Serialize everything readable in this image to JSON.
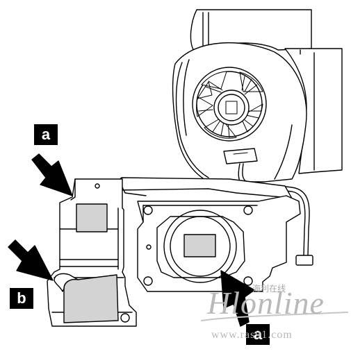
{
  "callouts": {
    "a_top": "a",
    "b": "b",
    "a_bottom": "a"
  },
  "watermark": {
    "logo": "Hlonline",
    "chinese": "海利在线",
    "url": "www.ras91.com"
  },
  "colors": {
    "line": "#000000",
    "pad": "#d3d3d3",
    "background": "#ffffff"
  }
}
